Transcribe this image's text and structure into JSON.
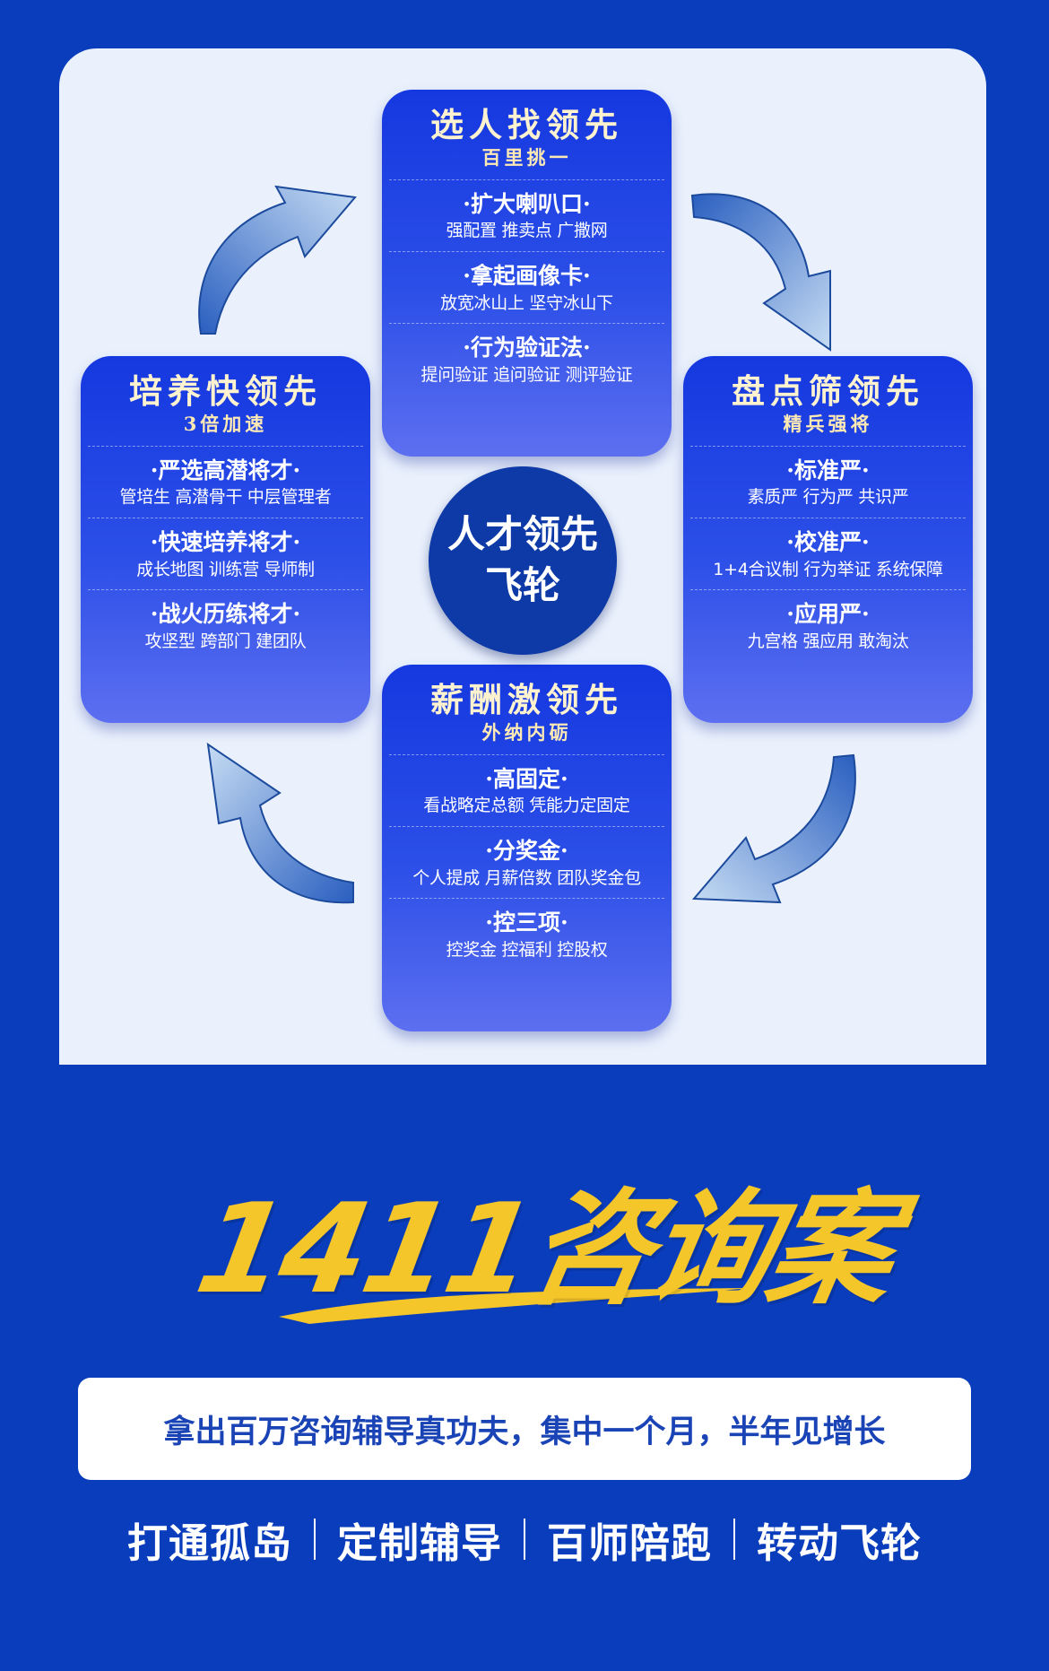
{
  "cards": {
    "top": {
      "title": "选人找领先",
      "subtitle": "百里挑一",
      "sections": [
        {
          "heading": "·扩大喇叭口·",
          "text": "强配置  推卖点  广撒网"
        },
        {
          "heading": "·拿起画像卡·",
          "text": "放宽冰山上  坚守冰山下"
        },
        {
          "heading": "·行为验证法·",
          "text": "提问验证 追问验证 测评验证"
        }
      ]
    },
    "left": {
      "title": "培养快领先",
      "subtitle": "3倍加速",
      "sections": [
        {
          "heading": "·严选高潜将才·",
          "text": "管培生 高潜骨干 中层管理者"
        },
        {
          "heading": "·快速培养将才·",
          "text": "成长地图 训练营 导师制"
        },
        {
          "heading": "·战火历练将才·",
          "text": "攻坚型 跨部门 建团队"
        }
      ]
    },
    "right": {
      "title": "盘点筛领先",
      "subtitle": "精兵强将",
      "sections": [
        {
          "heading": "·标准严·",
          "text": "素质严   行为严   共识严"
        },
        {
          "heading": "·校准严·",
          "text": "1+4合议制  行为举证  系统保障"
        },
        {
          "heading": "·应用严·",
          "text": "九宫格 强应用 敢淘汰"
        }
      ]
    },
    "bottom": {
      "title": "薪酬激领先",
      "subtitle": "外纳内砺",
      "sections": [
        {
          "heading": "·高固定·",
          "text": "看战略定总额  凭能力定固定"
        },
        {
          "heading": "·分奖金·",
          "text": "个人提成 月薪倍数 团队奖金包"
        },
        {
          "heading": "·控三项·",
          "text": "控奖金  控福利  控股权"
        }
      ]
    }
  },
  "hub": {
    "line1": "人才领先",
    "line2": "飞轮"
  },
  "brand": "1411咨询案",
  "tagline": "拿出百万咨询辅导真功夫，集中一个月，半年见增长",
  "footer": [
    "打通孤岛",
    "定制辅导",
    "百师陪跑",
    "转动飞轮"
  ],
  "colors": {
    "background": "#0a3dbb",
    "panel": "#eaf1fd",
    "brand": "#f5c62a",
    "tagline_text": "#1a44b6"
  }
}
